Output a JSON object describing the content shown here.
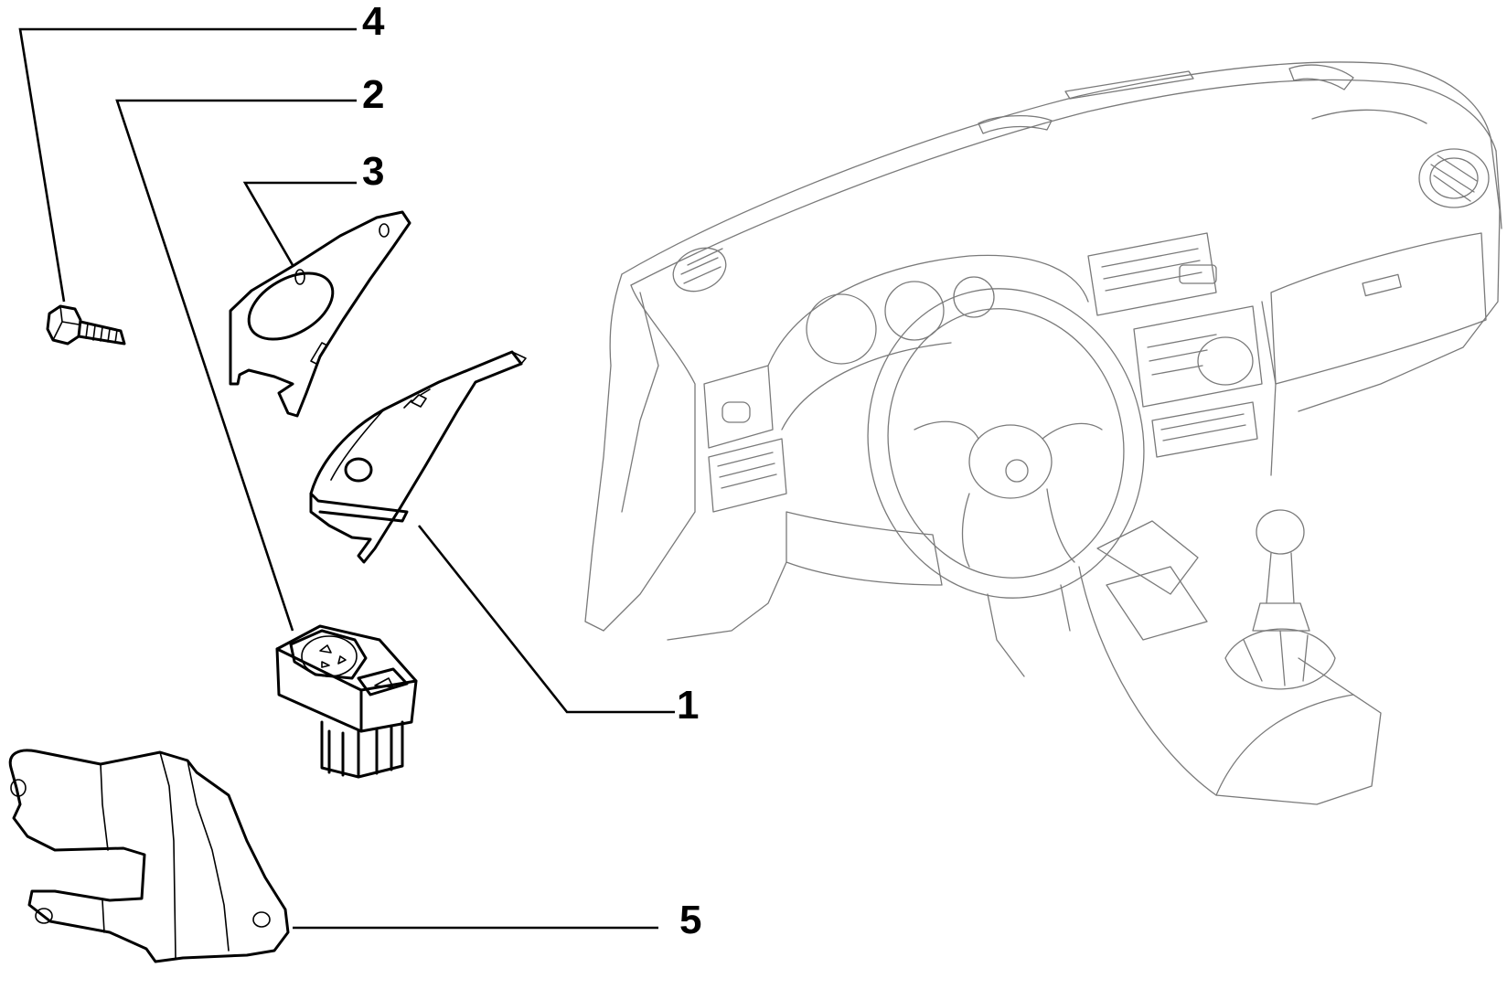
{
  "callouts": [
    {
      "id": "1",
      "label": "1"
    },
    {
      "id": "2",
      "label": "2"
    },
    {
      "id": "3",
      "label": "3"
    },
    {
      "id": "4",
      "label": "4"
    },
    {
      "id": "5",
      "label": "5"
    }
  ],
  "parts": [
    {
      "callout": "1",
      "icon": "switch-housing-bezel"
    },
    {
      "callout": "2",
      "icon": "mirror-control-switch"
    },
    {
      "callout": "3",
      "icon": "mounting-plate"
    },
    {
      "callout": "4",
      "icon": "bolt"
    },
    {
      "callout": "5",
      "icon": "support-bracket"
    }
  ],
  "background": {
    "icon": "dashboard-assembly-outline"
  },
  "colors": {
    "ink": "#000000",
    "ghost": "#7a7a7a",
    "paper": "#ffffff"
  }
}
